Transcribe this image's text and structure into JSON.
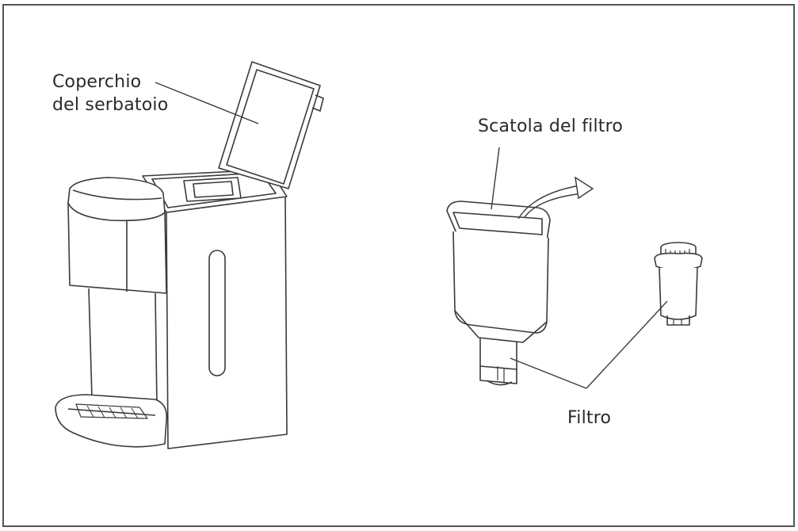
{
  "labels": {
    "tank_lid": [
      "Coperchio",
      "del serbatoio"
    ],
    "filter_box": "Scatola del filtro",
    "filter": "Filtro"
  },
  "colors": {
    "line": "#3a3a3a",
    "border": "#555555",
    "background": "#ffffff"
  }
}
